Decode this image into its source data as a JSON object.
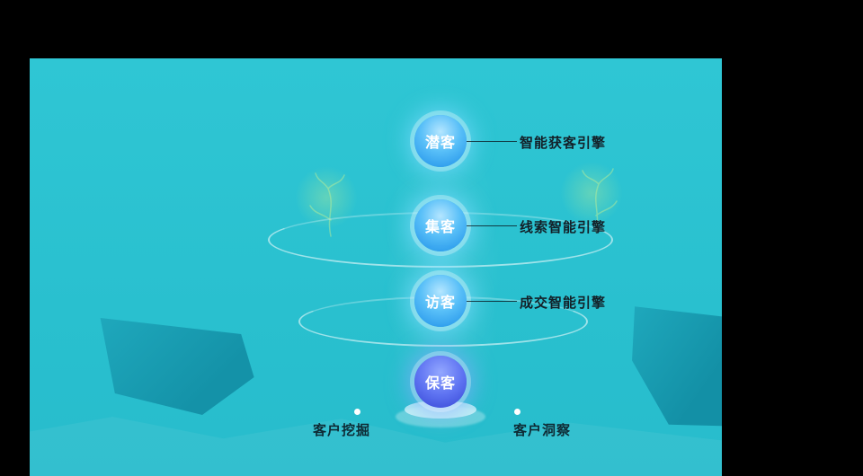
{
  "diagram": {
    "stages": [
      {
        "label": "潜客",
        "engine": "智能获客引擎"
      },
      {
        "label": "集客",
        "engine": "线索智能引擎"
      },
      {
        "label": "访客",
        "engine": "成交智能引擎"
      },
      {
        "label": "保客",
        "engine": ""
      }
    ],
    "footer_items": [
      {
        "label": "客户挖掘"
      },
      {
        "label": "客户洞察"
      }
    ]
  },
  "colors": {
    "page_background": "#000000",
    "panel_teal": "#2bc1d0",
    "rock_teal_dark": "#1795aa",
    "orb_blue": "#1d8fe8",
    "orb_indigo": "#4d5fe3",
    "ring_white": "#ffffff",
    "label_text": "#132028",
    "plant_green": "#c6f192"
  }
}
